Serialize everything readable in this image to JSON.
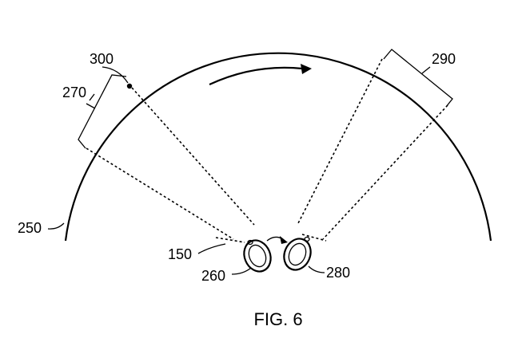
{
  "labels": {
    "l300": "300",
    "l270": "270",
    "l290": "290",
    "l250": "250",
    "l150": "150",
    "l260": "260",
    "l280": "280"
  },
  "caption": "FIG. 6",
  "colors": {
    "ink": "#000000",
    "background": "#ffffff"
  }
}
